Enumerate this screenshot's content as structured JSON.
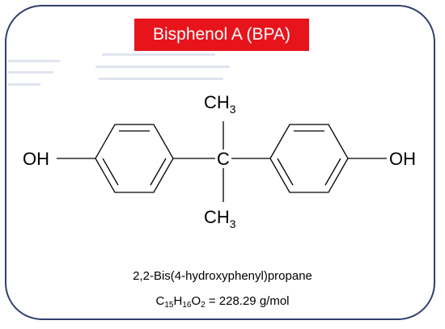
{
  "title": "Bisphenol A (BPA)",
  "structure": {
    "left_group": "OH",
    "right_group": "OH",
    "center_atom": "C",
    "top_group": {
      "text": "CH",
      "sub": "3"
    },
    "bottom_group": {
      "text": "CH",
      "sub": "3"
    }
  },
  "iupac_name": "2,2-Bis(4-hydroxyphenyl)propane",
  "formula": {
    "parts": [
      {
        "text": "C",
        "sub": "15"
      },
      {
        "text": "H",
        "sub": "16"
      },
      {
        "text": "O",
        "sub": "2"
      }
    ],
    "mass": " = 228.29 g/mol"
  },
  "colors": {
    "banner": "#e8141c",
    "frame": "#2f3f6e"
  }
}
